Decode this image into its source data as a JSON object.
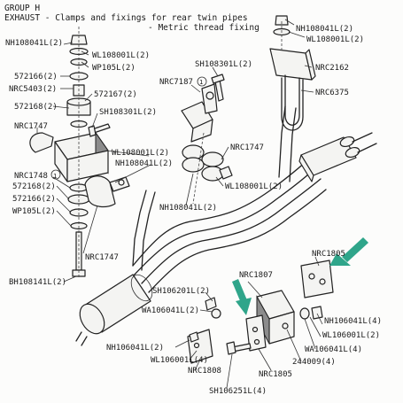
{
  "header": {
    "group": "GROUP H",
    "title": "EXHAUST - Clamps and fixings for rear twin pipes",
    "subtitle": "- Metric thread fixing"
  },
  "labels": {
    "nh108041l_tl": "NH108041L(2)",
    "wl108001l_tl": "WL108001L(2)",
    "wp105l_tl": "WP105L(2)",
    "c572166_tl": "572166(2)",
    "nrc5403": "NRC5403(2)",
    "c572167": "572167(2)",
    "c572168_tl": "572168(2)",
    "sh108301l_l": "SH108301L(2)",
    "nrc1747_tl": "NRC1747",
    "wl108001l_ml": "WL108001L(2)",
    "nh108041l_ml": "NH108041L(2)",
    "nrc1748": "NRC1748",
    "c572168_bl": "572168(2)",
    "c572166_bl": "572166(2)",
    "wp105l_bl": "WP105L(2)",
    "nrc1747_bl": "NRC1747",
    "bh108141l": "BH108141L(2)",
    "sh108301l_c": "SH108301L(2)",
    "nrc7187": "NRC7187",
    "nrc1747_c": "NRC1747",
    "wl108001l_c": "WL108001L(2)",
    "nh108041l_c": "NH108041L(2)",
    "nh108041l_tr": "NH108041L(2)",
    "wl108001l_tr": "WL108001L(2)",
    "nrc2162": "NRC2162",
    "nrc6375": "NRC6375",
    "nrc1805_r": "NRC1805",
    "sh106201l": "SH106201L(2)",
    "wa106041l_c": "WA106041L(2)",
    "nrc1807": "NRC1807",
    "nh106041l_r": "NH106041L(4)",
    "wl106001l_r": "WL106001L(2)",
    "wa106041l_r": "WA106041L(4)",
    "c244009": "244009(4)",
    "nh106041l_b": "NH106041L(2)",
    "wl106001l_b": "WL106001L(4)",
    "nrc1808": "NRC1808",
    "nrc1805_b": "NRC1805",
    "sh106251l": "SH106251L(4)"
  },
  "callouts": {
    "one": "1"
  },
  "colors": {
    "arrow": "#2fa58a",
    "ink": "#222222",
    "paper": "#fcfcfb"
  }
}
